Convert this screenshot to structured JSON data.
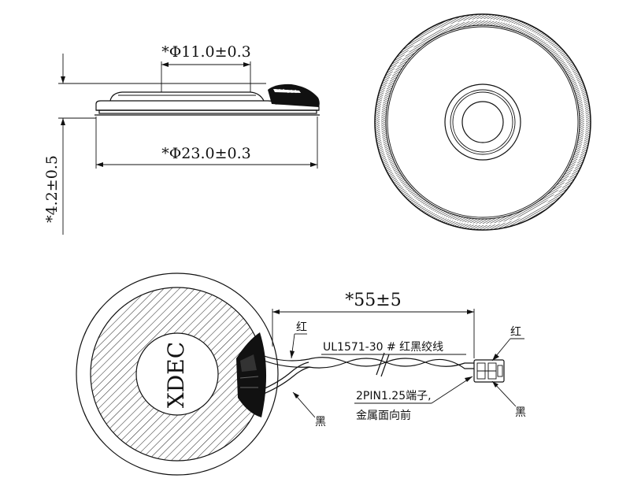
{
  "side_view": {
    "dim_inner": "*Φ11.0±0.3",
    "dim_outer": "*Φ23.0±0.3",
    "dim_height": "*4.2±0.5"
  },
  "bottom_view": {
    "brand": "XDEC",
    "dim_length": "*55±5",
    "label_red_1": "红",
    "label_black_1": "黑",
    "cable_spec": "UL1571-30 # 红黑绞线",
    "connector_line1": "2PIN1.25端子,",
    "connector_line2": "金属面向前",
    "label_red_2": "红",
    "label_black_2": "黑"
  }
}
